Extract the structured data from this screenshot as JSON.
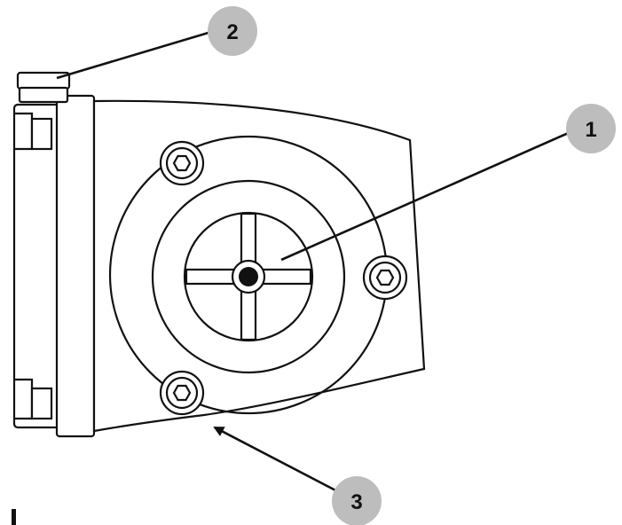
{
  "callouts": [
    {
      "id": "1",
      "label": "1"
    },
    {
      "id": "2",
      "label": "2"
    },
    {
      "id": "3",
      "label": "3"
    }
  ],
  "colors": {
    "callout_fill": "#bdbdbd",
    "line": "#111111",
    "background": "#ffffff"
  }
}
